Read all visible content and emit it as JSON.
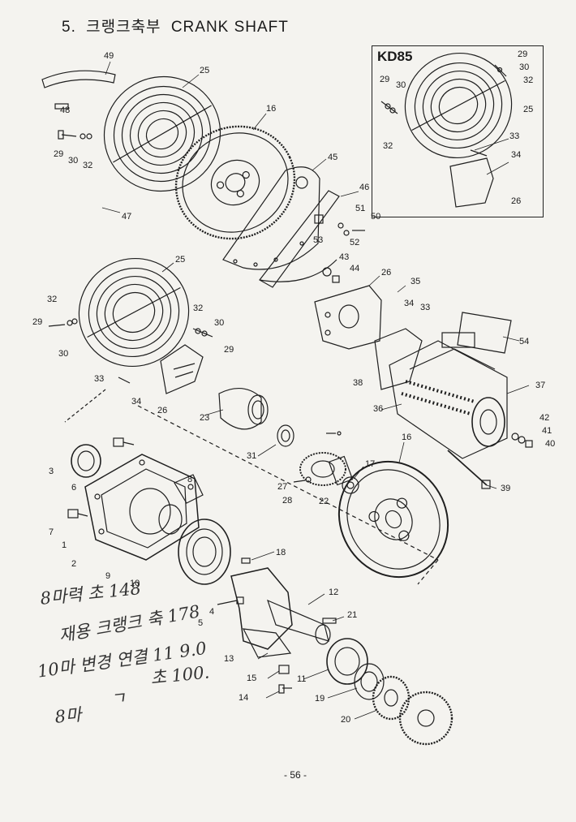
{
  "title": {
    "number": "5.",
    "korean": "크랭크축부",
    "english": "CRANK SHAFT"
  },
  "inset": {
    "title": "KD85",
    "callouts": [
      "29",
      "30",
      "32",
      "29",
      "30",
      "32",
      "25",
      "33",
      "34",
      "26"
    ]
  },
  "callouts": [
    "49",
    "25",
    "16",
    "48",
    "29",
    "30",
    "32",
    "45",
    "46",
    "47",
    "51",
    "50",
    "53",
    "52",
    "43",
    "44",
    "25",
    "26",
    "35",
    "32",
    "34",
    "33",
    "29",
    "30",
    "54",
    "29",
    "30",
    "32",
    "33",
    "34",
    "26",
    "23",
    "38",
    "37",
    "36",
    "31",
    "42",
    "41",
    "40",
    "3",
    "6",
    "8",
    "16",
    "17",
    "27",
    "28",
    "22",
    "39",
    "7",
    "1",
    "2",
    "18",
    "9",
    "10",
    "4",
    "5",
    "12",
    "21",
    "13",
    "15",
    "11",
    "14",
    "19",
    "20"
  ],
  "handwriting": [
    "8마력 초 148",
    "재용 크랭크 축 178",
    "10마 변경 연결 11 9.0",
    "초 100.",
    "8마",
    "ㄱ"
  ],
  "page_number": "- 56 -",
  "colors": {
    "ink": "#1a1a1a",
    "paper": "#f4f3ef",
    "pencil": "#333333"
  }
}
